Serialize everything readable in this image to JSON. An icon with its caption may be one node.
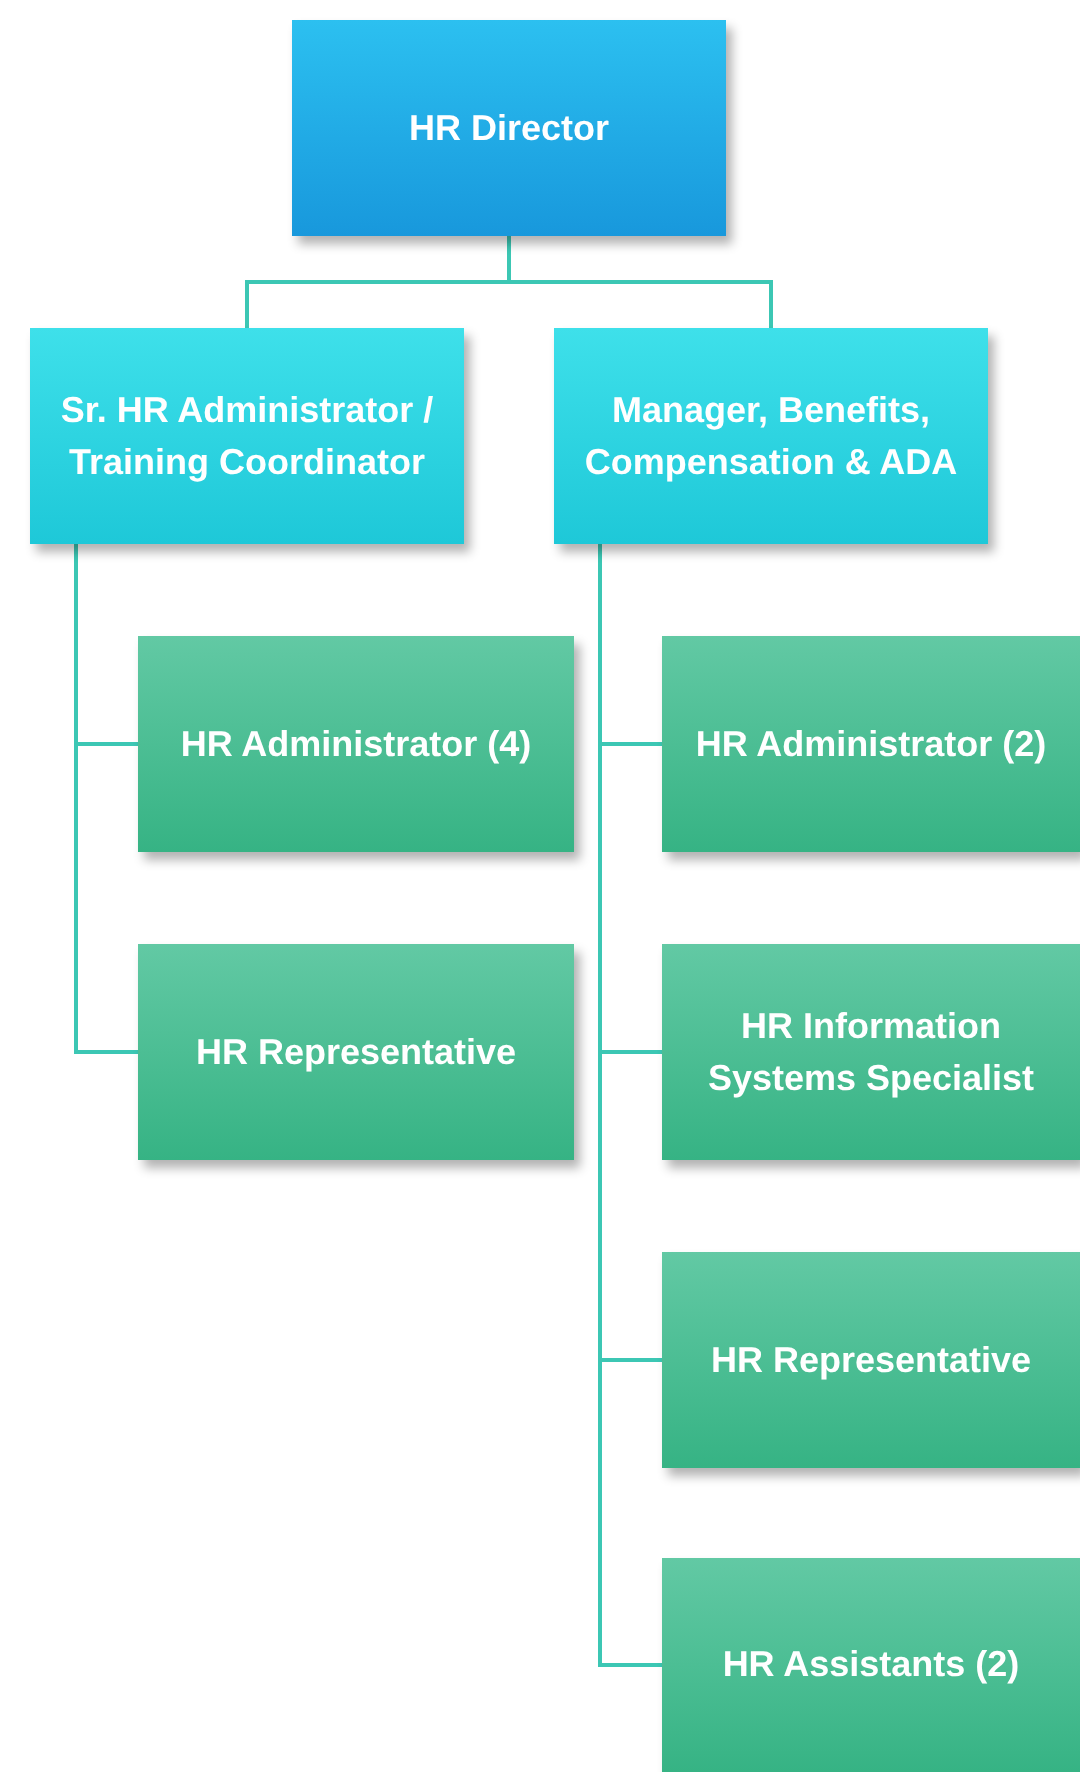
{
  "diagram": {
    "nodes": [
      {
        "text": [
          "HR Director"
        ]
      },
      {
        "text": [
          "Sr. HR Administrator / Training Coordinator"
        ]
      },
      {
        "text": [
          "Manager, Benefits, Compensation & ADA"
        ]
      },
      {
        "text": [
          "HR Administrator (4)"
        ]
      },
      {
        "text": [
          "HR Representative"
        ]
      },
      {
        "text": [
          "HR Administrator (2)"
        ]
      },
      {
        "text": [
          "HR Information Systems Specialist"
        ]
      },
      {
        "text": [
          "HR Representative"
        ]
      },
      {
        "text": [
          "HR Assistants (2)"
        ]
      }
    ],
    "edges": [
      {
        "from": 0,
        "to": 1,
        "arrow": "none"
      },
      {
        "from": 0,
        "to": 2,
        "arrow": "none"
      },
      {
        "from": 1,
        "to": 3,
        "arrow": "none"
      },
      {
        "from": 1,
        "to": 4,
        "arrow": "none"
      },
      {
        "from": 2,
        "to": 5,
        "arrow": "none"
      },
      {
        "from": 2,
        "to": 6,
        "arrow": "none"
      },
      {
        "from": 2,
        "to": 7,
        "arrow": "none"
      },
      {
        "from": 2,
        "to": 8,
        "arrow": "none"
      }
    ]
  }
}
